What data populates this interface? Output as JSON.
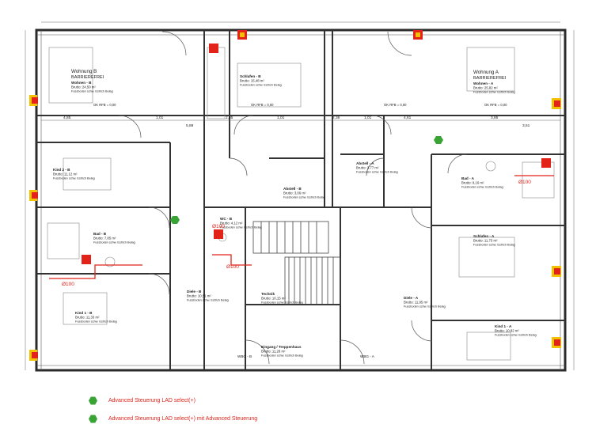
{
  "rooms": [
    {
      "title": "Wohnung B",
      "subtitle": "BARRIEREFREI",
      "name": "Wohnen - B",
      "area": "Brutto: 24,50 m²"
    },
    {
      "title": "Wohnung A",
      "subtitle": "BARRIEREFREI",
      "name": "Wohnen - A",
      "area": "Brutto: 25,82 m²"
    },
    {
      "name": "Schlafen - B",
      "area": "Brutto: 15,48 m²"
    },
    {
      "name": "Kind 2 - B",
      "area": "Brutto: 11,12 m²"
    },
    {
      "name": "Bad - B",
      "area": "Brutto: 7,85 m²"
    },
    {
      "name": "Kind 1 - B",
      "area": "Brutto: 11,33 m²"
    },
    {
      "name": "Diele - B",
      "area": "Brutto: 10,51 m²"
    },
    {
      "name": "WC - B",
      "area": "Brutto: 4,12 m²"
    },
    {
      "name": "Abstell - B",
      "area": "Brutto: 3,06 m²"
    },
    {
      "name": "Abstell - A",
      "area": "Brutto: 3,77 m²"
    },
    {
      "name": "Bad - A",
      "area": "Brutto: 9,16 m²"
    },
    {
      "name": "Schlafen - A",
      "area": "Brutto: 11,73 m²"
    },
    {
      "name": "Kind 1 - A",
      "area": "Brutto: 10,82 m²"
    },
    {
      "name": "Diele - A",
      "area": "Brutto: 11,95 m²"
    },
    {
      "name": "Technik",
      "area": "Brutto: 10,15 m²"
    },
    {
      "name": "Eingang / Treppenhaus",
      "area": "Brutto: 11,28 m²"
    }
  ],
  "floor_note": "Fussboden schw. Estrich Belag",
  "level_marks": [
    "OK RFB = 0,00",
    "OK RFB = 0,00",
    "OK RFB = 0,00",
    "OK RFB = 0,00"
  ],
  "duct_labels": [
    "Ø100",
    "Ø100",
    "Ø100",
    "Ø100"
  ],
  "flat_marks": [
    "WBG - B",
    "WBG - A"
  ],
  "dimensions": [
    "4,85",
    "1,01",
    "2,35",
    "1,01",
    "2,36",
    "1,01",
    "4,61",
    "3,85",
    "5,88",
    "3,51"
  ],
  "legend": [
    {
      "label": "Advanced Steuerung LAD select(+)",
      "color": "#3aa335"
    },
    {
      "label": "Advanced Steuerung LAD select(+) mit Advanced Steuerung",
      "color": "#3aa335"
    }
  ],
  "colors": {
    "walls": "#2b2b2b",
    "alarm_red": "#e2231a",
    "alarm_yellow": "#f2c200",
    "sensor_green": "#3aa335",
    "duct": "#e2231a"
  }
}
